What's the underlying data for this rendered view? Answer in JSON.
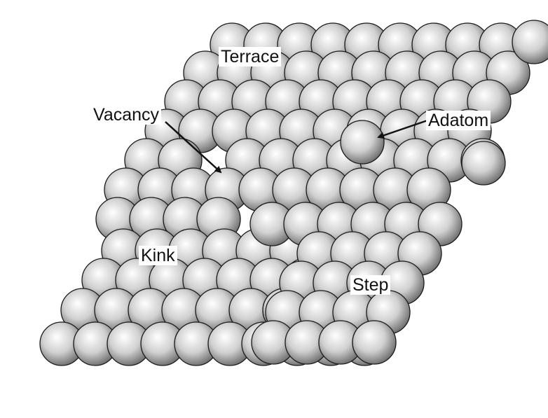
{
  "labels": {
    "terrace": "Terrace",
    "vacancy": "Vacancy",
    "adatom": "Adatom",
    "kink": "Kink",
    "step": "Step"
  },
  "colors": {
    "atom_highlight": "#ffffff",
    "atom_mid": "#d0d0d0",
    "atom_shadow": "#6f6f6f",
    "atom_outline": "#1a1a1a",
    "label_text": "#111111"
  }
}
